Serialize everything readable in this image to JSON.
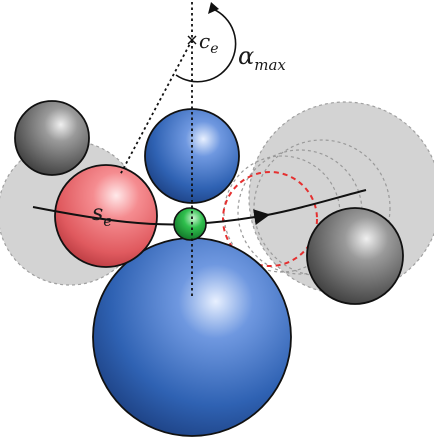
{
  "labels": {
    "center_var": "c",
    "center_sub": "e",
    "sphere_var": "s",
    "sphere_sub": "e",
    "angle_var": "α",
    "angle_sub": "max"
  },
  "colors": {
    "blue_sphere": "#2f62b3",
    "red_sphere": "#e05a5f",
    "gray_sphere": "#707070",
    "green_sphere": "#1ea43c",
    "shaded_region": "#cfcfcf",
    "dashed_red": "#e53030",
    "dashed_gray": "#9a9a9a",
    "stroke": "#111111"
  }
}
